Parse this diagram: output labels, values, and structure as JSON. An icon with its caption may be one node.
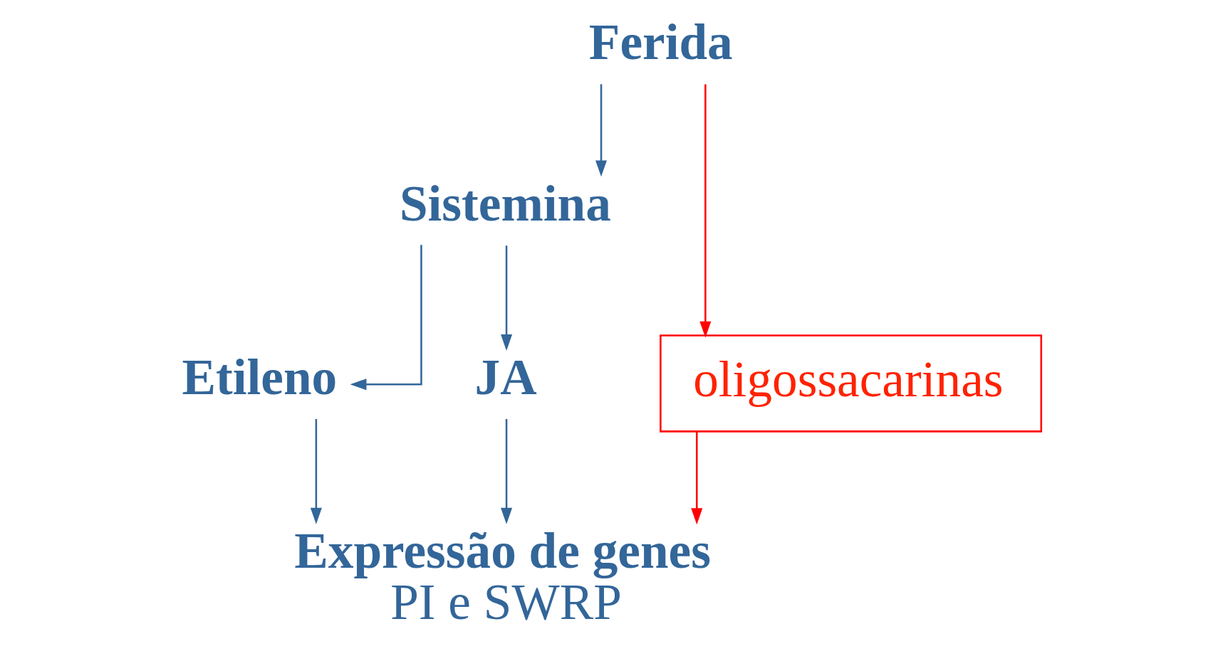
{
  "diagram": {
    "nodes": [
      {
        "text": [
          "Ferida"
        ]
      },
      {
        "text": [
          "Sistemina"
        ]
      },
      {
        "text": [
          "Etileno"
        ]
      },
      {
        "text": [
          "JA"
        ]
      },
      {
        "text": [
          "Expressão de genes",
          "PI e SWRP"
        ]
      },
      {
        "text": [
          "oligossacarinas"
        ]
      }
    ],
    "edges": [
      {
        "from": 0,
        "to": 1,
        "arrow": "to"
      },
      {
        "from": 1,
        "to": 2,
        "arrow": "to"
      },
      {
        "from": 1,
        "to": 3,
        "arrow": "to"
      },
      {
        "from": 2,
        "to": 4,
        "arrow": "to"
      },
      {
        "from": 3,
        "to": 4,
        "arrow": "to"
      },
      {
        "from": 0,
        "to": 5,
        "arrow": "to",
        "color": "#ff0000"
      },
      {
        "from": 5,
        "to": 4,
        "arrow": "to",
        "color": "#ff0000"
      }
    ]
  }
}
